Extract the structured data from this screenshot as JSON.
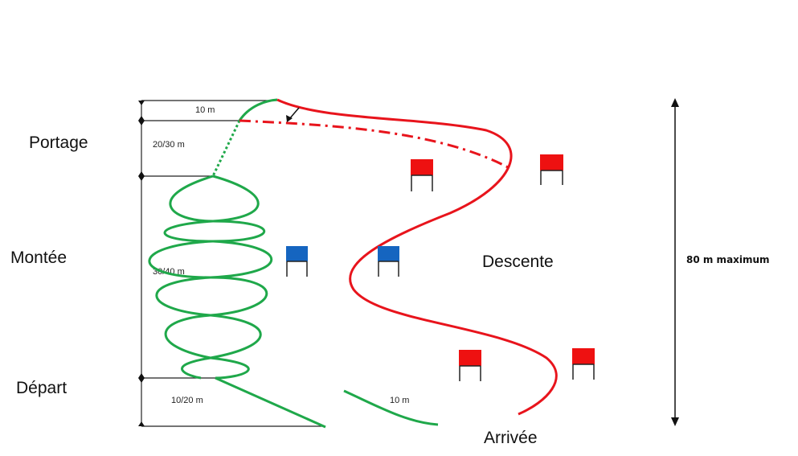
{
  "labels": {
    "portage": "Portage",
    "montee": "Montée",
    "depart": "Départ",
    "descente": "Descente",
    "arrivee": "Arrivée"
  },
  "dimensions": {
    "top_width": "10 m",
    "portage_height": "20/30 m",
    "montee_height": "30/40 m",
    "depart_height": "10/20 m",
    "bottom_width": "10 m",
    "total_height": "80 m maximum"
  },
  "colors": {
    "ascent": "#1fa84a",
    "descent": "#e8141c",
    "blue_gate": "#1565c0",
    "red_gate": "#ee1111",
    "guide": "#222222"
  },
  "gates": {
    "blue_count": 2,
    "red_count": 4
  }
}
